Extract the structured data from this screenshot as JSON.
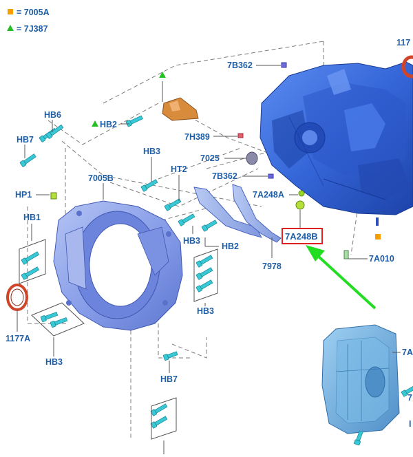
{
  "legend": [
    {
      "symbol": "square",
      "color": "#f5a000",
      "text": "= 7005A"
    },
    {
      "symbol": "triangle",
      "color": "#22c022",
      "text": "= 7J387"
    }
  ],
  "callouts": {
    "c_117": "117",
    "c_7B362_top": "7B362",
    "c_HB6": "HB6",
    "c_HB2_top": "HB2",
    "c_HB7_left": "HB7",
    "c_7H389": "7H389",
    "c_7025": "7025",
    "c_7B362_mid": "7B362",
    "c_HB3_a": "HB3",
    "c_HT2": "HT2",
    "c_7005B": "7005B",
    "c_HP1": "HP1",
    "c_7A248A": "7A248A",
    "c_7A248B": "7A248B",
    "c_HB1": "HB1",
    "c_HB3_b": "HB3",
    "c_HB2_mid": "HB2",
    "c_7978": "7978",
    "c_7A010": "7A010",
    "c_HB3_c": "HB3",
    "c_1177A": "1177A",
    "c_HB3_d": "HB3",
    "c_HB7_bottom": "HB7",
    "c_7A_right": "7A",
    "c_r2": "7",
    "c_r3": "I"
  },
  "highlight": {
    "label": "7A248B",
    "box_color": "#e02020",
    "arrow_color": "#22dd22"
  },
  "colors": {
    "callout_text": "#1f5fa8",
    "case_blue": "#3d6fe0",
    "housing_blue": "#8fa6ec",
    "pan_blue": "#6aa7d8",
    "bolt_cyan": "#39c9d6",
    "seal_red": "#d0452a",
    "bracket_orange": "#d98b3c"
  }
}
